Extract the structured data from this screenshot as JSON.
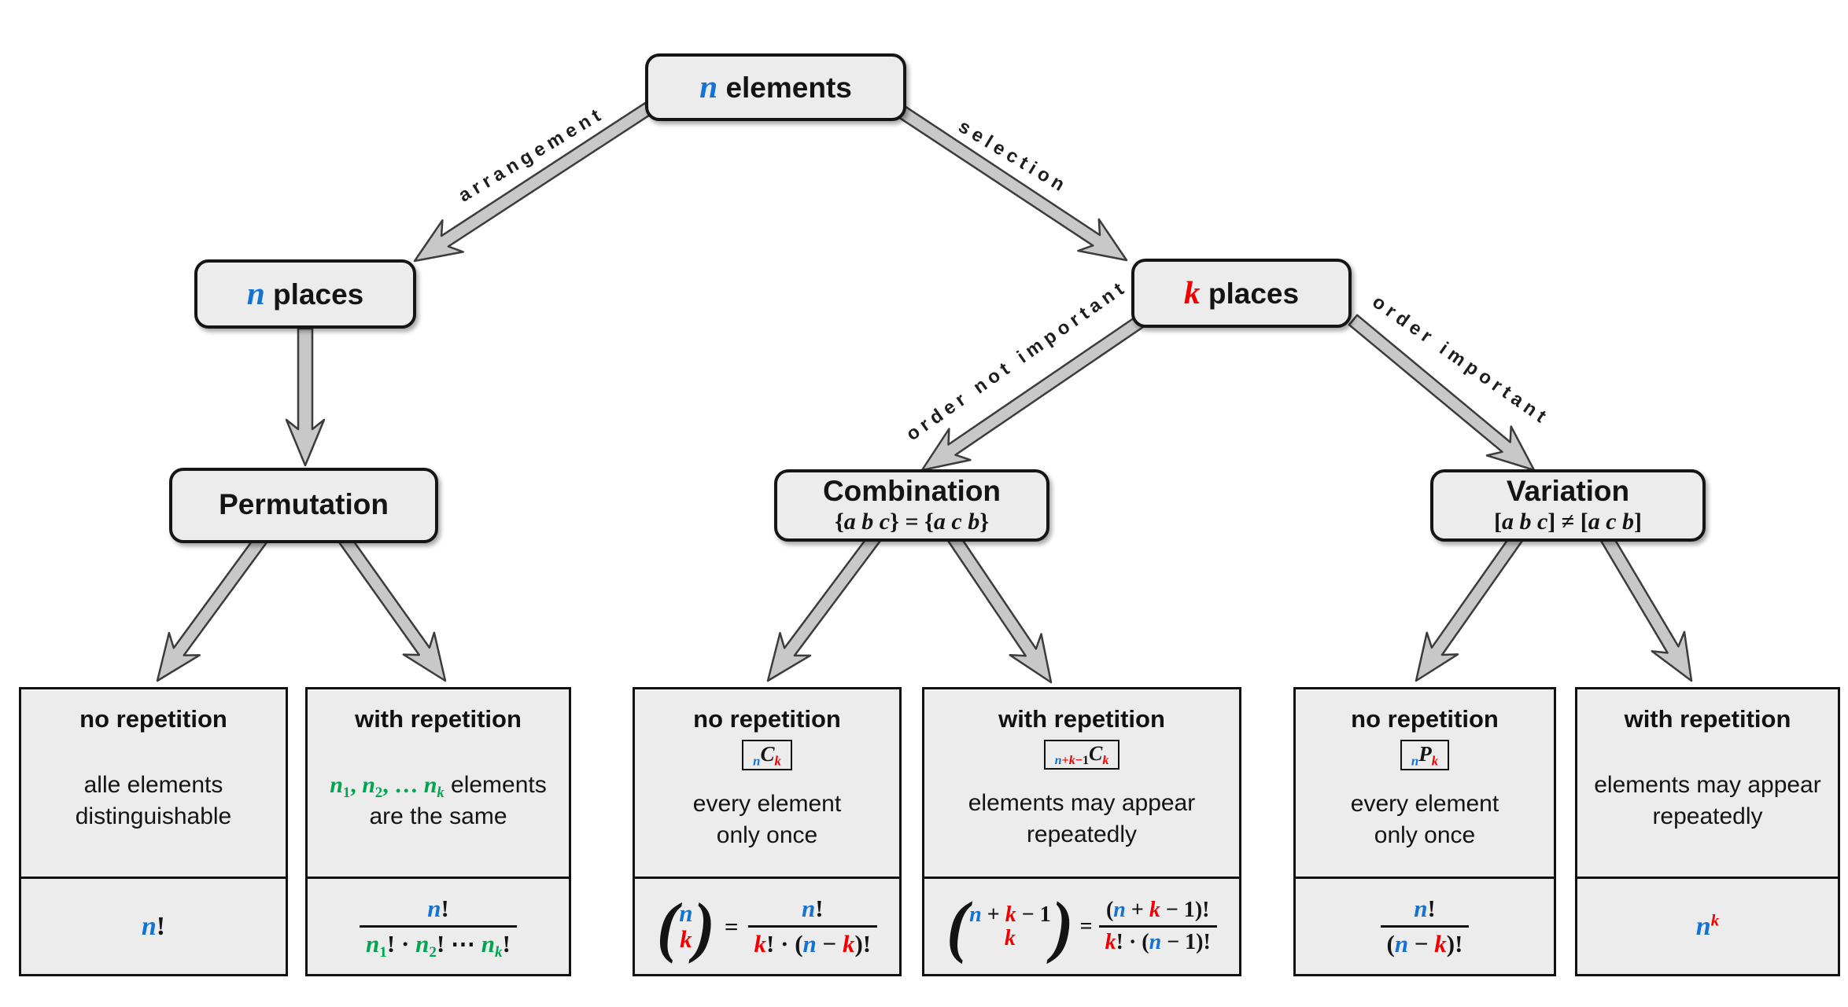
{
  "colors": {
    "blue": "#1273D4",
    "red": "#F20000",
    "green": "#00A550",
    "box_fill": "#ECECEC",
    "box_border": "#141414",
    "arrow_fill": "#C8C8C8",
    "arrow_outline": "#3C3C3C",
    "background": "#FFFFFF"
  },
  "nodes": {
    "n_elements": {
      "title": [
        {
          "t": "n",
          "c": "b"
        },
        {
          "t": " elements",
          "s": 1
        }
      ]
    },
    "n_places": {
      "title": [
        {
          "t": "n",
          "c": "b"
        },
        {
          "t": " places",
          "s": 1
        }
      ]
    },
    "k_places": {
      "title": [
        {
          "t": "k",
          "c": "r"
        },
        {
          "t": " places",
          "s": 1
        }
      ]
    },
    "permutation": {
      "title": [
        {
          "t": "Permutation",
          "s": 1
        }
      ]
    },
    "combination": {
      "title": [
        {
          "t": "Combination",
          "s": 1
        }
      ],
      "subtitle": [
        {
          "t": "{",
          "u": 1
        },
        {
          "t": "a b c"
        },
        {
          "t": "} = {",
          "u": 1
        },
        {
          "t": "a c b"
        },
        {
          "t": "}",
          "u": 1
        }
      ]
    },
    "variation": {
      "title": [
        {
          "t": "Variation",
          "s": 1
        }
      ],
      "subtitle": [
        {
          "t": "[",
          "u": 1
        },
        {
          "t": "a b c"
        },
        {
          "t": "] ≠ [",
          "u": 1
        },
        {
          "t": "a c b"
        },
        {
          "t": "]",
          "u": 1
        }
      ]
    }
  },
  "edges": {
    "arrangement": "arrangement",
    "selection": "selection",
    "order_not_important": "order not important",
    "order_important": "order important"
  },
  "leaves": [
    {
      "title": "no repetition",
      "desc": [
        [
          {
            "t": "alle elements",
            "s": 1
          }
        ],
        [
          {
            "t": "distinguishable",
            "s": 1
          }
        ]
      ],
      "formula": {
        "spans": [
          {
            "t": "n",
            "c": "b"
          },
          {
            "t": "!",
            "u": 1
          }
        ]
      }
    },
    {
      "title": "with repetition",
      "desc": [
        [
          {
            "t": "n",
            "c": "g"
          },
          {
            "t": "1",
            "c": "g",
            "v": "sub",
            "u": 1
          },
          {
            "t": ", ",
            "c": "g",
            "u": 1
          },
          {
            "t": "n",
            "c": "g"
          },
          {
            "t": "2",
            "c": "g",
            "v": "sub",
            "u": 1
          },
          {
            "t": ", … ",
            "c": "g",
            "u": 1
          },
          {
            "t": "n",
            "c": "g"
          },
          {
            "t": "k",
            "c": "g",
            "v": "sub"
          },
          {
            "t": " elements",
            "s": 1
          }
        ],
        [
          {
            "t": "are the same",
            "s": 1
          }
        ]
      ],
      "formula": {
        "num": [
          {
            "t": "n",
            "c": "b"
          },
          {
            "t": "!",
            "u": 1
          }
        ],
        "den": [
          {
            "t": "n",
            "c": "g"
          },
          {
            "t": "1",
            "c": "g",
            "v": "sub",
            "u": 1
          },
          {
            "t": "! · ",
            "u": 1
          },
          {
            "t": "n",
            "c": "g"
          },
          {
            "t": "2",
            "c": "g",
            "v": "sub",
            "u": 1
          },
          {
            "t": "! ⋯ ",
            "u": 1
          },
          {
            "t": "n",
            "c": "g"
          },
          {
            "t": "k",
            "c": "g",
            "v": "sub"
          },
          {
            "t": "!",
            "u": 1
          }
        ]
      }
    },
    {
      "title": "no repetition",
      "badge": [
        {
          "t": "n",
          "c": "b",
          "v": "sub"
        },
        {
          "t": "C"
        },
        {
          "t": "k",
          "c": "r",
          "v": "sub"
        }
      ],
      "desc": [
        [
          {
            "t": "every element",
            "s": 1
          }
        ],
        [
          {
            "t": "only once",
            "s": 1
          }
        ]
      ],
      "formula": {
        "open": "(",
        "close": ")",
        "eq": "=",
        "top": [
          {
            "t": "n",
            "c": "b"
          }
        ],
        "bot": [
          {
            "t": "k",
            "c": "r"
          }
        ],
        "num": [
          {
            "t": "n",
            "c": "b"
          },
          {
            "t": "!",
            "u": 1
          }
        ],
        "den": [
          {
            "t": "k",
            "c": "r"
          },
          {
            "t": "! · (",
            "u": 1
          },
          {
            "t": "n",
            "c": "b"
          },
          {
            "t": " − ",
            "u": 1
          },
          {
            "t": "k",
            "c": "r"
          },
          {
            "t": ")!",
            "u": 1
          }
        ]
      }
    },
    {
      "title": "with repetition",
      "badge": [
        {
          "t": "n",
          "c": "b",
          "v": "sub"
        },
        {
          "t": "+",
          "c": "r",
          "v": "sub",
          "u": 1
        },
        {
          "t": "k",
          "c": "r",
          "v": "sub"
        },
        {
          "t": "−",
          "c": "r",
          "v": "sub",
          "u": 1
        },
        {
          "t": "1",
          "v": "sub",
          "u": 1
        },
        {
          "t": "C"
        },
        {
          "t": "k",
          "c": "r",
          "v": "sub"
        }
      ],
      "desc": [
        [
          {
            "t": "elements may appear",
            "s": 1
          }
        ],
        [
          {
            "t": "repeatedly",
            "s": 1
          }
        ]
      ],
      "formula": {
        "open": "(",
        "close": ")",
        "eq": "=",
        "top": [
          {
            "t": "n",
            "c": "b"
          },
          {
            "t": " + ",
            "u": 1
          },
          {
            "t": "k",
            "c": "r"
          },
          {
            "t": " − 1",
            "u": 1
          }
        ],
        "bot": [
          {
            "t": "k",
            "c": "r"
          }
        ],
        "num": [
          {
            "t": "(",
            "u": 1
          },
          {
            "t": "n",
            "c": "b"
          },
          {
            "t": " + ",
            "u": 1
          },
          {
            "t": "k",
            "c": "r"
          },
          {
            "t": " − 1",
            "u": 1
          },
          {
            "t": ")!",
            "u": 1
          }
        ],
        "den": [
          {
            "t": "k",
            "c": "r"
          },
          {
            "t": "! · (",
            "u": 1
          },
          {
            "t": "n",
            "c": "b"
          },
          {
            "t": " − 1)!",
            "u": 1
          }
        ]
      }
    },
    {
      "title": "no repetition",
      "badge": [
        {
          "t": "n",
          "c": "b",
          "v": "sub"
        },
        {
          "t": "P"
        },
        {
          "t": "k",
          "c": "r",
          "v": "sub"
        }
      ],
      "desc": [
        [
          {
            "t": "every element",
            "s": 1
          }
        ],
        [
          {
            "t": "only once",
            "s": 1
          }
        ]
      ],
      "formula": {
        "num": [
          {
            "t": "n",
            "c": "b"
          },
          {
            "t": "!",
            "u": 1
          }
        ],
        "den": [
          {
            "t": "(",
            "u": 1
          },
          {
            "t": "n",
            "c": "b"
          },
          {
            "t": " − ",
            "u": 1
          },
          {
            "t": "k",
            "c": "r"
          },
          {
            "t": ")!",
            "u": 1
          }
        ]
      }
    },
    {
      "title": "with repetition",
      "desc": [
        [
          {
            "t": "elements may appear",
            "s": 1
          }
        ],
        [
          {
            "t": "repeatedly",
            "s": 1
          }
        ]
      ],
      "formula": {
        "spans": [
          {
            "t": "n",
            "c": "b"
          },
          {
            "t": "k",
            "c": "r",
            "v": "sup"
          }
        ]
      }
    }
  ]
}
